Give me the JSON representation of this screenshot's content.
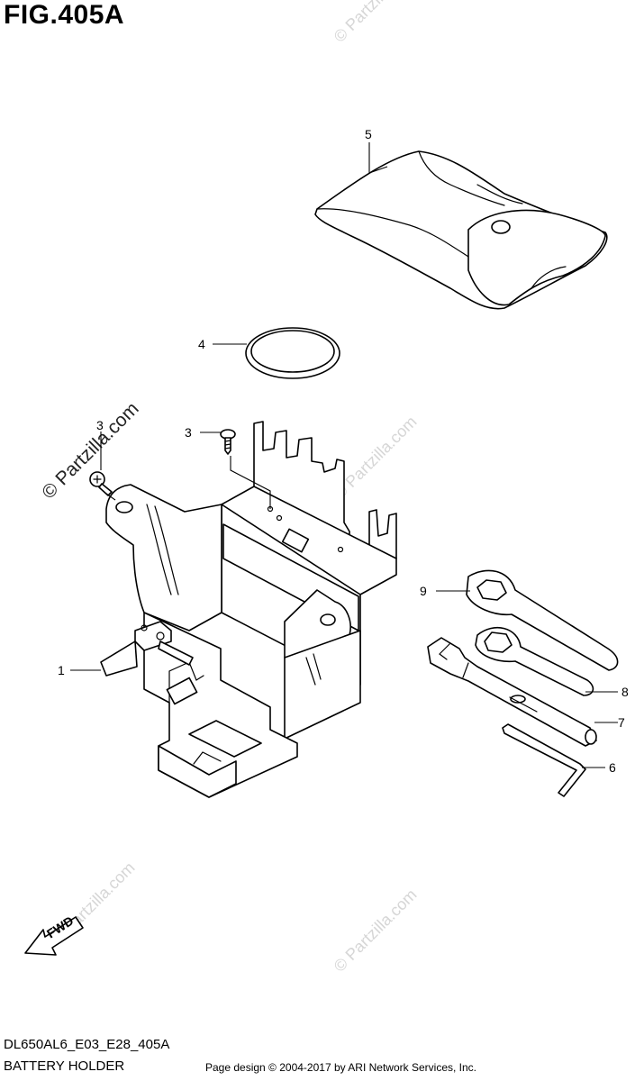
{
  "figure": {
    "title": "FIG.405A",
    "code": "DL650AL6_E03_E28_405A",
    "section": "BATTERY HOLDER",
    "credit": "Page design © 2004-2017 by ARI Network Services, Inc."
  },
  "watermarks": {
    "main": "© Partzilla.com",
    "faint": "© Partzilla.com"
  },
  "direction_indicator": {
    "label": "FWD",
    "icon": "arrow-left-icon"
  },
  "callouts": [
    {
      "number": "1",
      "part": "battery-holder"
    },
    {
      "number": "3",
      "part": "screw"
    },
    {
      "number": "3",
      "part": "screw"
    },
    {
      "number": "4",
      "part": "band"
    },
    {
      "number": "5",
      "part": "tool-bag"
    },
    {
      "number": "6",
      "part": "hex-wrench"
    },
    {
      "number": "7",
      "part": "spark-plug-wrench"
    },
    {
      "number": "8",
      "part": "box-wrench"
    },
    {
      "number": "9",
      "part": "ring-wrench"
    }
  ]
}
